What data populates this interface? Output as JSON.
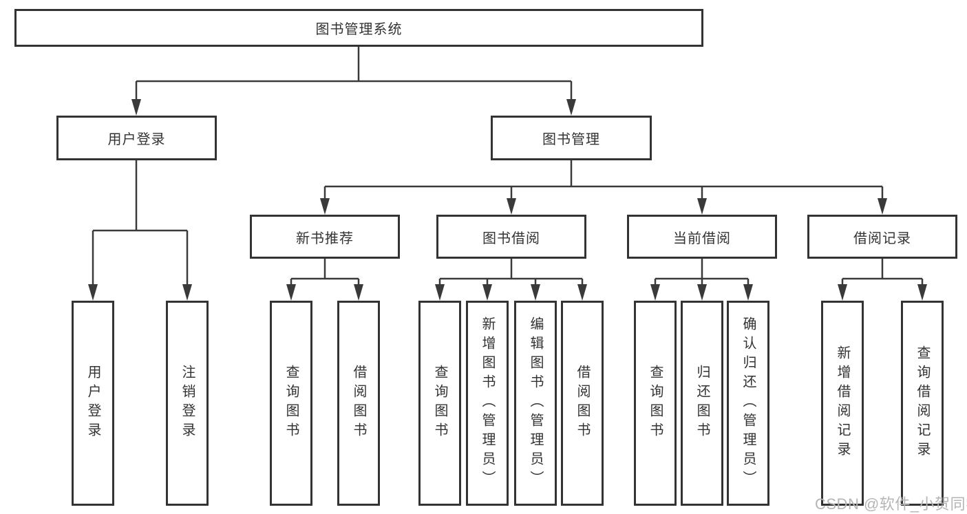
{
  "tree": {
    "root": {
      "label": "图书管理系统",
      "children": [
        {
          "label": "用户登录",
          "children": [
            {
              "label": "用户登录"
            },
            {
              "label": "注销登录"
            }
          ]
        },
        {
          "label": "图书管理",
          "children": [
            {
              "label": "新书推荐",
              "children": [
                {
                  "label": "查询图书"
                },
                {
                  "label": "借阅图书"
                }
              ]
            },
            {
              "label": "图书借阅",
              "children": [
                {
                  "label": "查询图书"
                },
                {
                  "label": "新增图书（管理员）"
                },
                {
                  "label": "编辑图书（管理员）"
                },
                {
                  "label": "借阅图书"
                }
              ]
            },
            {
              "label": "当前借阅",
              "children": [
                {
                  "label": "查询图书"
                },
                {
                  "label": "归还图书"
                },
                {
                  "label": "确认归还（管理员）"
                }
              ]
            },
            {
              "label": "借阅记录",
              "children": [
                {
                  "label": "新增借阅记录"
                },
                {
                  "label": "查询借阅记录"
                }
              ]
            }
          ]
        }
      ]
    }
  },
  "watermark": {
    "text": "CSDN @软件_小贺同学"
  },
  "colors": {
    "line": "#3a3a3a",
    "border": "#333333",
    "text": "#333333",
    "watermark": "#b5b5b5",
    "background": "#ffffff"
  }
}
